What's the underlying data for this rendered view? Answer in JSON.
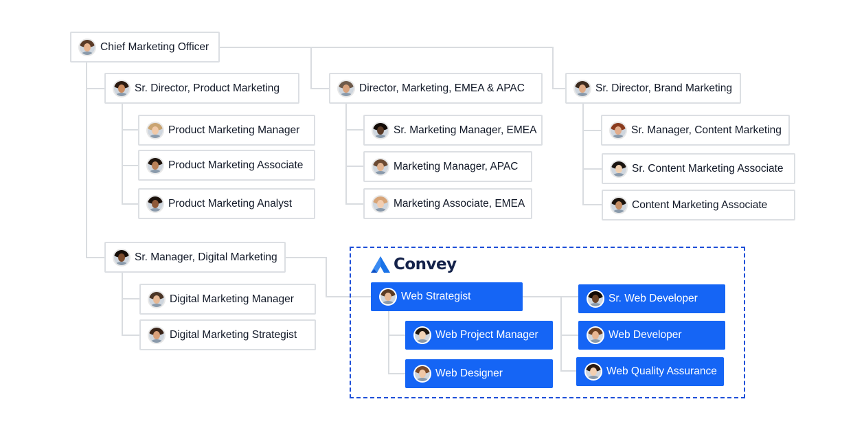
{
  "logo": {
    "text": "Convey",
    "mark_color": "#1a73e8"
  },
  "colors": {
    "connector": "#d9dce0",
    "blue_node": "#1565f5",
    "dashed_border": "#1d4ed8"
  },
  "nodes": {
    "cmo": {
      "label": "Chief Marketing Officer",
      "skin": "#e8b48f",
      "hair": "#5a3a26"
    },
    "srdir_pm": {
      "label": "Sr. Director, Product Marketing",
      "skin": "#c98a5e",
      "hair": "#2b1a10"
    },
    "pmm": {
      "label": "Product Marketing Manager",
      "skin": "#f0c9a8",
      "hair": "#c9a472"
    },
    "pma": {
      "label": "Product Marketing Associate",
      "skin": "#b98158",
      "hair": "#1f140d"
    },
    "pman": {
      "label": "Product Marketing Analyst",
      "skin": "#8f5a3a",
      "hair": "#1b110b"
    },
    "dir_emea": {
      "label": "Director, Marketing, EMEA & APAC",
      "skin": "#d9a27c",
      "hair": "#6e5a4a"
    },
    "smm_emea": {
      "label": "Sr. Marketing Manager, EMEA",
      "skin": "#5a3a26",
      "hair": "#120b07"
    },
    "mm_apac": {
      "label": "Marketing Manager, APAC",
      "skin": "#e3b592",
      "hair": "#6b4a32"
    },
    "ma_emea": {
      "label": "Marketing Associate, EMEA",
      "skin": "#f2cdb0",
      "hair": "#d7a477"
    },
    "srdir_bm": {
      "label": "Sr. Director, Brand Marketing",
      "skin": "#deaa86",
      "hair": "#3b2a1e"
    },
    "smcm": {
      "label": "Sr. Manager, Content Marketing",
      "skin": "#e2ad8c",
      "hair": "#8a3b1e"
    },
    "scma": {
      "label": "Sr. Content Marketing Associate",
      "skin": "#f1cfae",
      "hair": "#1a1410"
    },
    "cma": {
      "label": "Content Marketing Associate",
      "skin": "#c89066",
      "hair": "#1c130c"
    },
    "smdm": {
      "label": "Sr. Manager, Digital Marketing",
      "skin": "#7a4a2c",
      "hair": "#150d08"
    },
    "dmm": {
      "label": "Digital Marketing Manager",
      "skin": "#e6b894",
      "hair": "#4a3526"
    },
    "dms": {
      "label": "Digital Marketing Strategist",
      "skin": "#d9a07a",
      "hair": "#3a2418"
    },
    "ws": {
      "label": "Web Strategist",
      "skin": "#e7b996",
      "hair": "#5b3b24"
    },
    "wpm": {
      "label": "Web Project Manager",
      "skin": "#f1d2b4",
      "hair": "#1e1610"
    },
    "wd": {
      "label": "Web Designer",
      "skin": "#f0c7a6",
      "hair": "#7a4a2a"
    },
    "swd": {
      "label": "Sr. Web Developer",
      "skin": "#6b4328",
      "hair": "#100a06"
    },
    "wdev": {
      "label": "Web Developer",
      "skin": "#e8b692",
      "hair": "#6a3f22"
    },
    "wqa": {
      "label": "Web Quality Assurance",
      "skin": "#f2cfb1",
      "hair": "#2a1a10"
    }
  }
}
